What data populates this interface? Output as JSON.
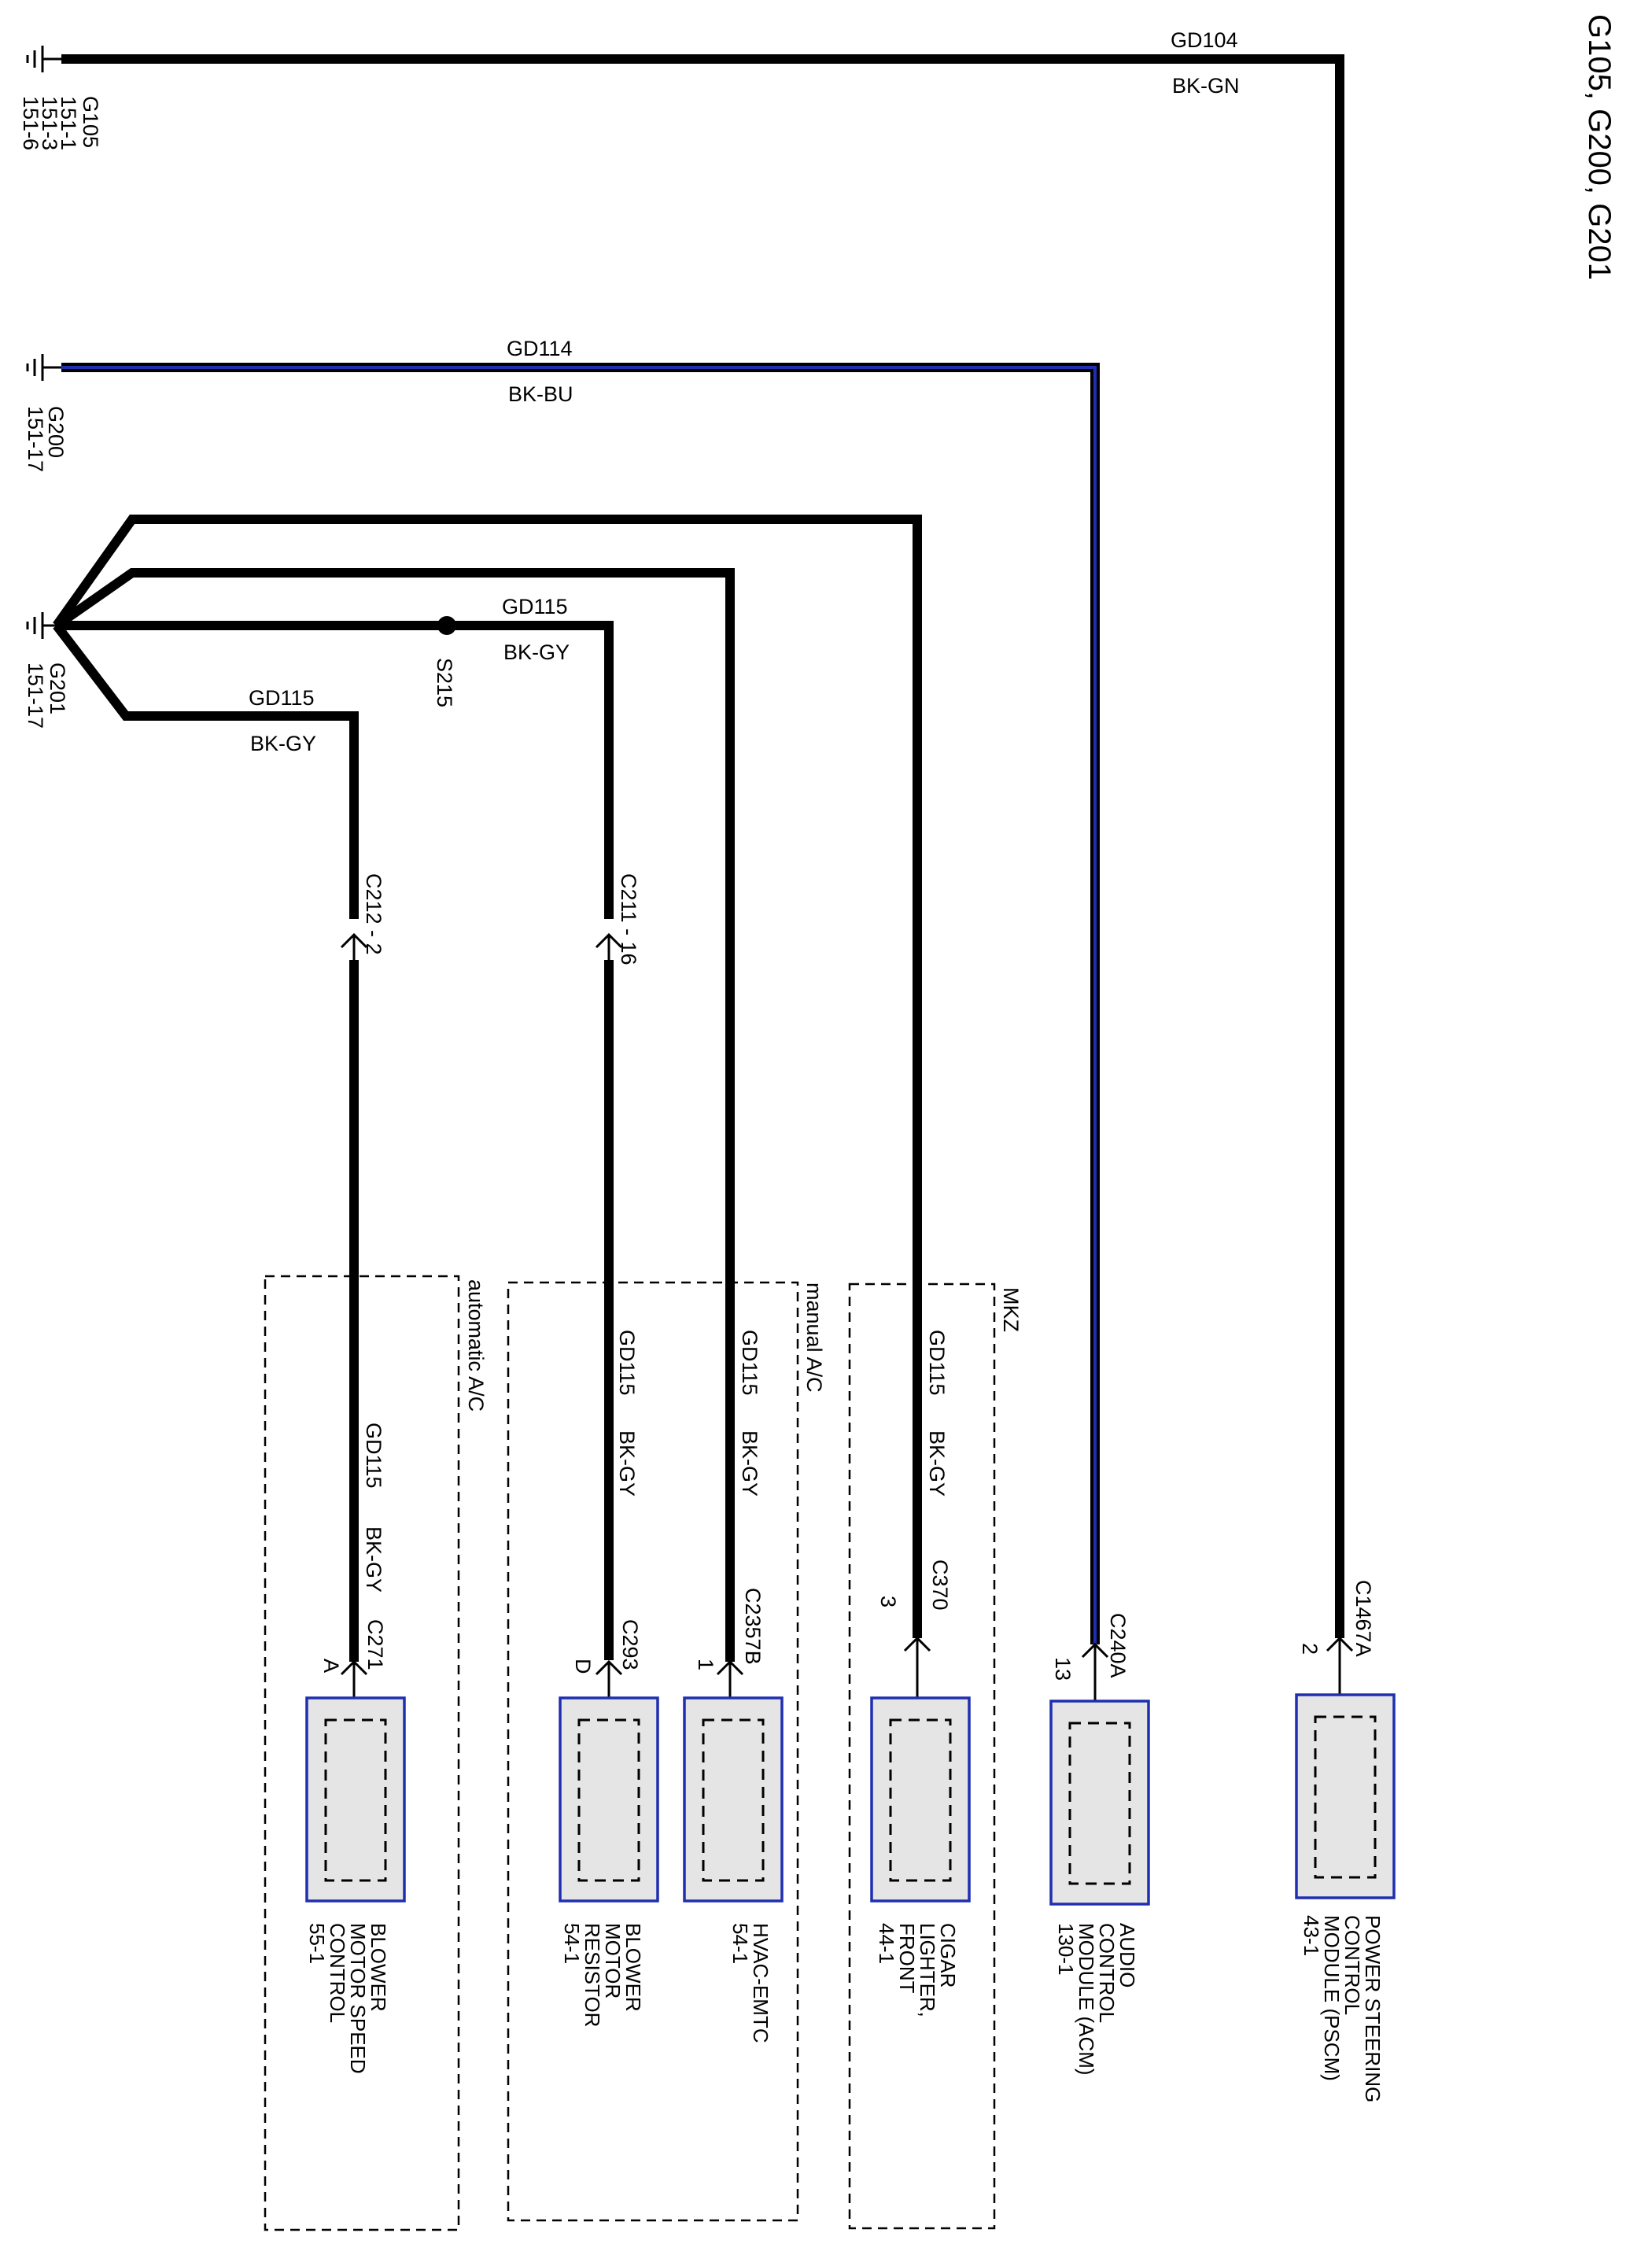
{
  "title": "G105, G200, G201",
  "grounds": [
    {
      "name": "G105",
      "refs": [
        "151-1",
        "151-3",
        "151-6"
      ]
    },
    {
      "name": "G200",
      "refs": [
        "151-17"
      ]
    },
    {
      "name": "G201",
      "refs": [
        "151-17"
      ]
    }
  ],
  "splice": "S215",
  "wires": {
    "gd104": {
      "circuit": "GD104",
      "color": "BK-GN"
    },
    "gd114": {
      "circuit": "GD114",
      "color": "BK-BU"
    },
    "gd115_s215": {
      "circuit": "GD115",
      "color": "BK-GY"
    },
    "gd115_low": {
      "circuit": "GD115",
      "color": "BK-GY"
    },
    "gd115": "GD115",
    "bkgy": "BK-GY"
  },
  "inline_connectors": {
    "c212": "C212 - 2",
    "c211": "C211 - 16"
  },
  "groups": {
    "auto": "automatic A/C",
    "manual": "manual A/C",
    "mkz": "MKZ"
  },
  "modules": [
    {
      "connector": "C271",
      "pin": "A",
      "lines": [
        "BLOWER",
        "MOTOR SPEED",
        "CONTROL",
        "55-1"
      ]
    },
    {
      "connector": "C293",
      "pin": "D",
      "lines": [
        "BLOWER",
        "MOTOR",
        "RESISTOR",
        "54-1"
      ]
    },
    {
      "connector": "C2357B",
      "pin": "1",
      "lines": [
        "HVAC-EMTC",
        "54-1"
      ]
    },
    {
      "connector": "C370",
      "pin": "3",
      "lines": [
        "CIGAR",
        "LIGHTER,",
        "FRONT",
        "44-1"
      ]
    },
    {
      "connector": "C240A",
      "pin": "13",
      "lines": [
        "AUDIO",
        "CONTROL",
        "MODULE (ACM)",
        "130-1"
      ]
    },
    {
      "connector": "C1467A",
      "pin": "2",
      "lines": [
        "POWER STEERING",
        "CONTROL",
        "MODULE (PSCM)",
        "43-1"
      ]
    }
  ],
  "colors": {
    "wire": "#000000",
    "blue_stripe": "#1f2fb0",
    "module_fill": "#e5e5e5"
  }
}
